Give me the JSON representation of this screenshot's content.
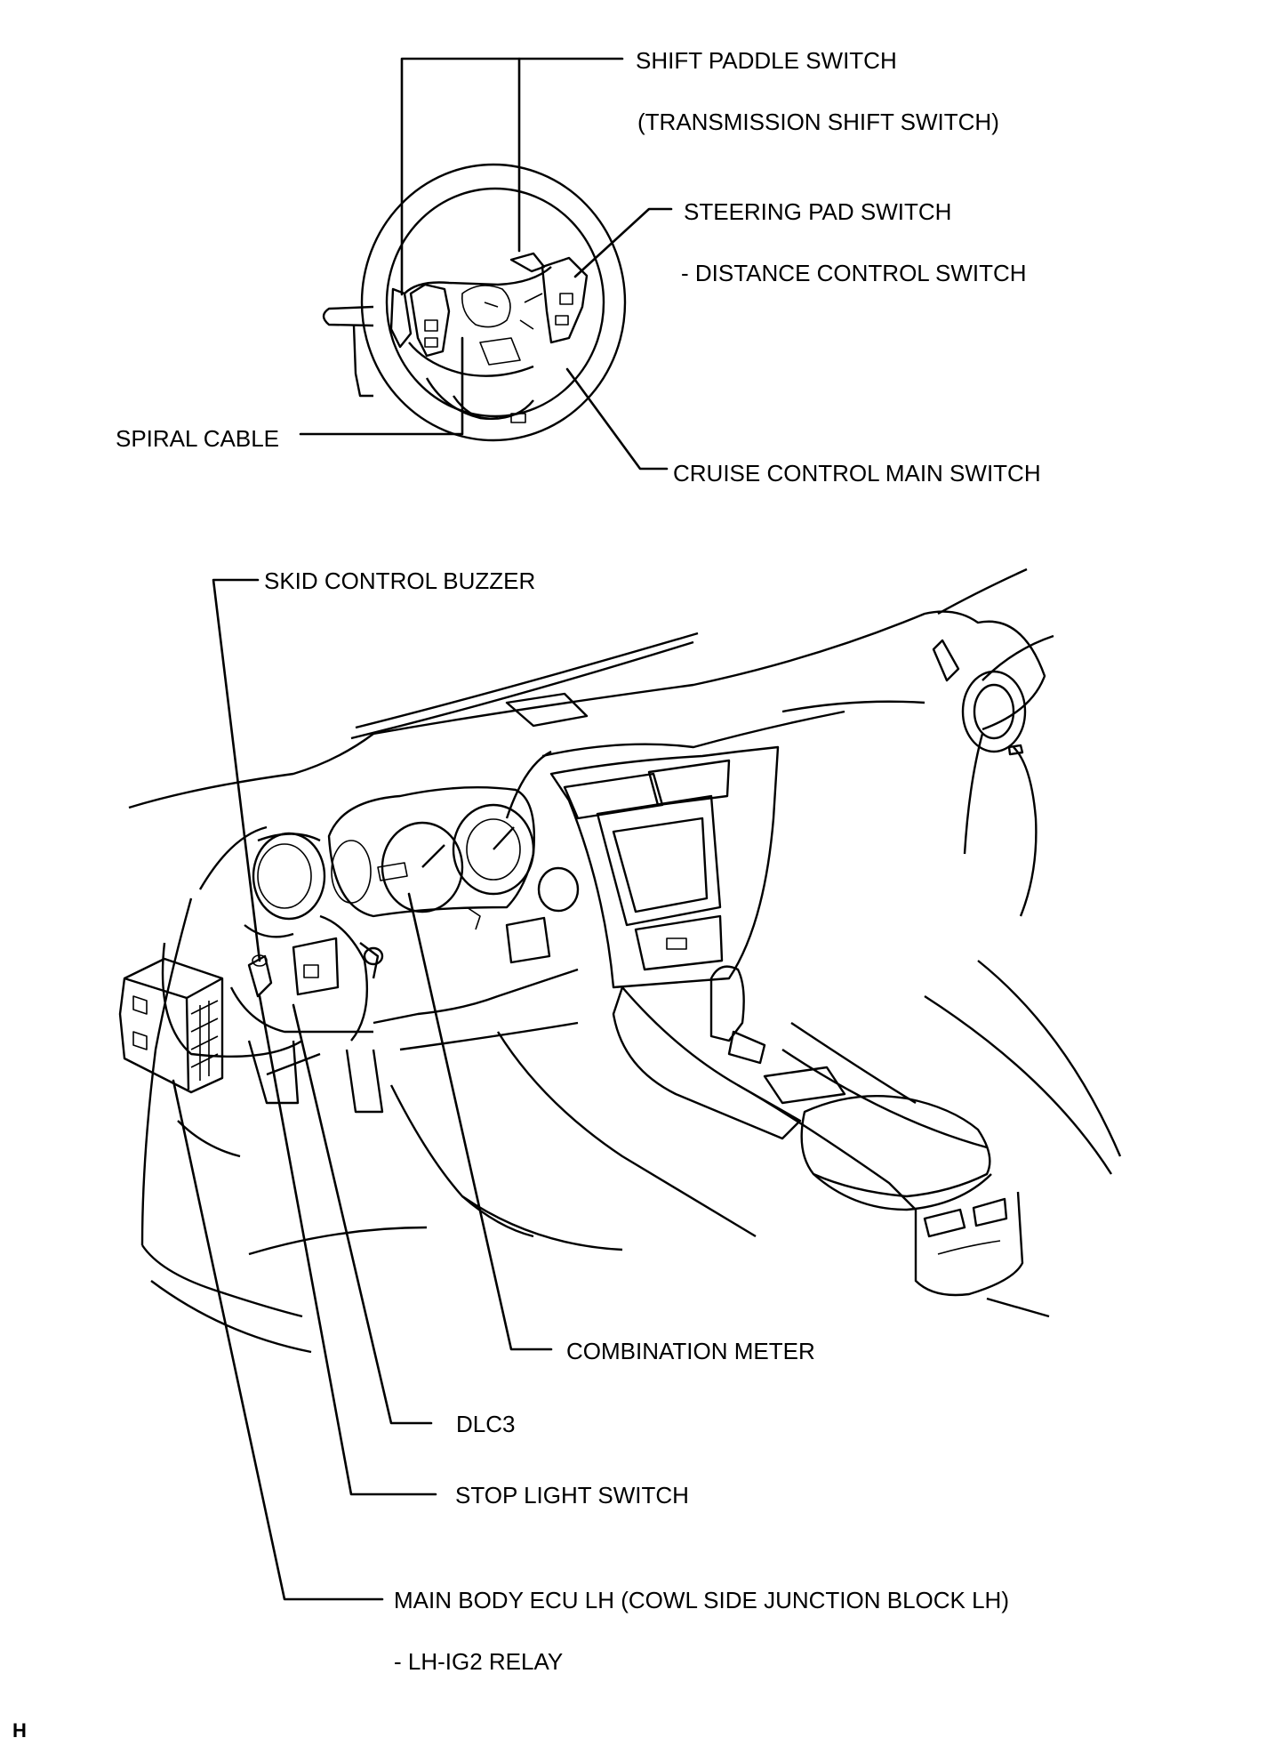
{
  "labels": {
    "shift_paddle": "SHIFT PADDLE SWITCH",
    "shift_paddle_sub": "(TRANSMISSION SHIFT SWITCH)",
    "steering_pad": "STEERING PAD SWITCH",
    "steering_pad_sub": "- DISTANCE CONTROL SWITCH",
    "spiral_cable": "SPIRAL CABLE",
    "cruise_main": "CRUISE CONTROL MAIN SWITCH",
    "skid_buzzer": "SKID CONTROL BUZZER",
    "combination_meter": "COMBINATION METER",
    "dlc3": "DLC3",
    "stop_light": "STOP LIGHT SWITCH",
    "main_body_ecu": "MAIN BODY ECU LH (COWL SIDE JUNCTION BLOCK LH)",
    "main_body_ecu_sub": "- LH-IG2 RELAY"
  },
  "corner_mark": "H"
}
